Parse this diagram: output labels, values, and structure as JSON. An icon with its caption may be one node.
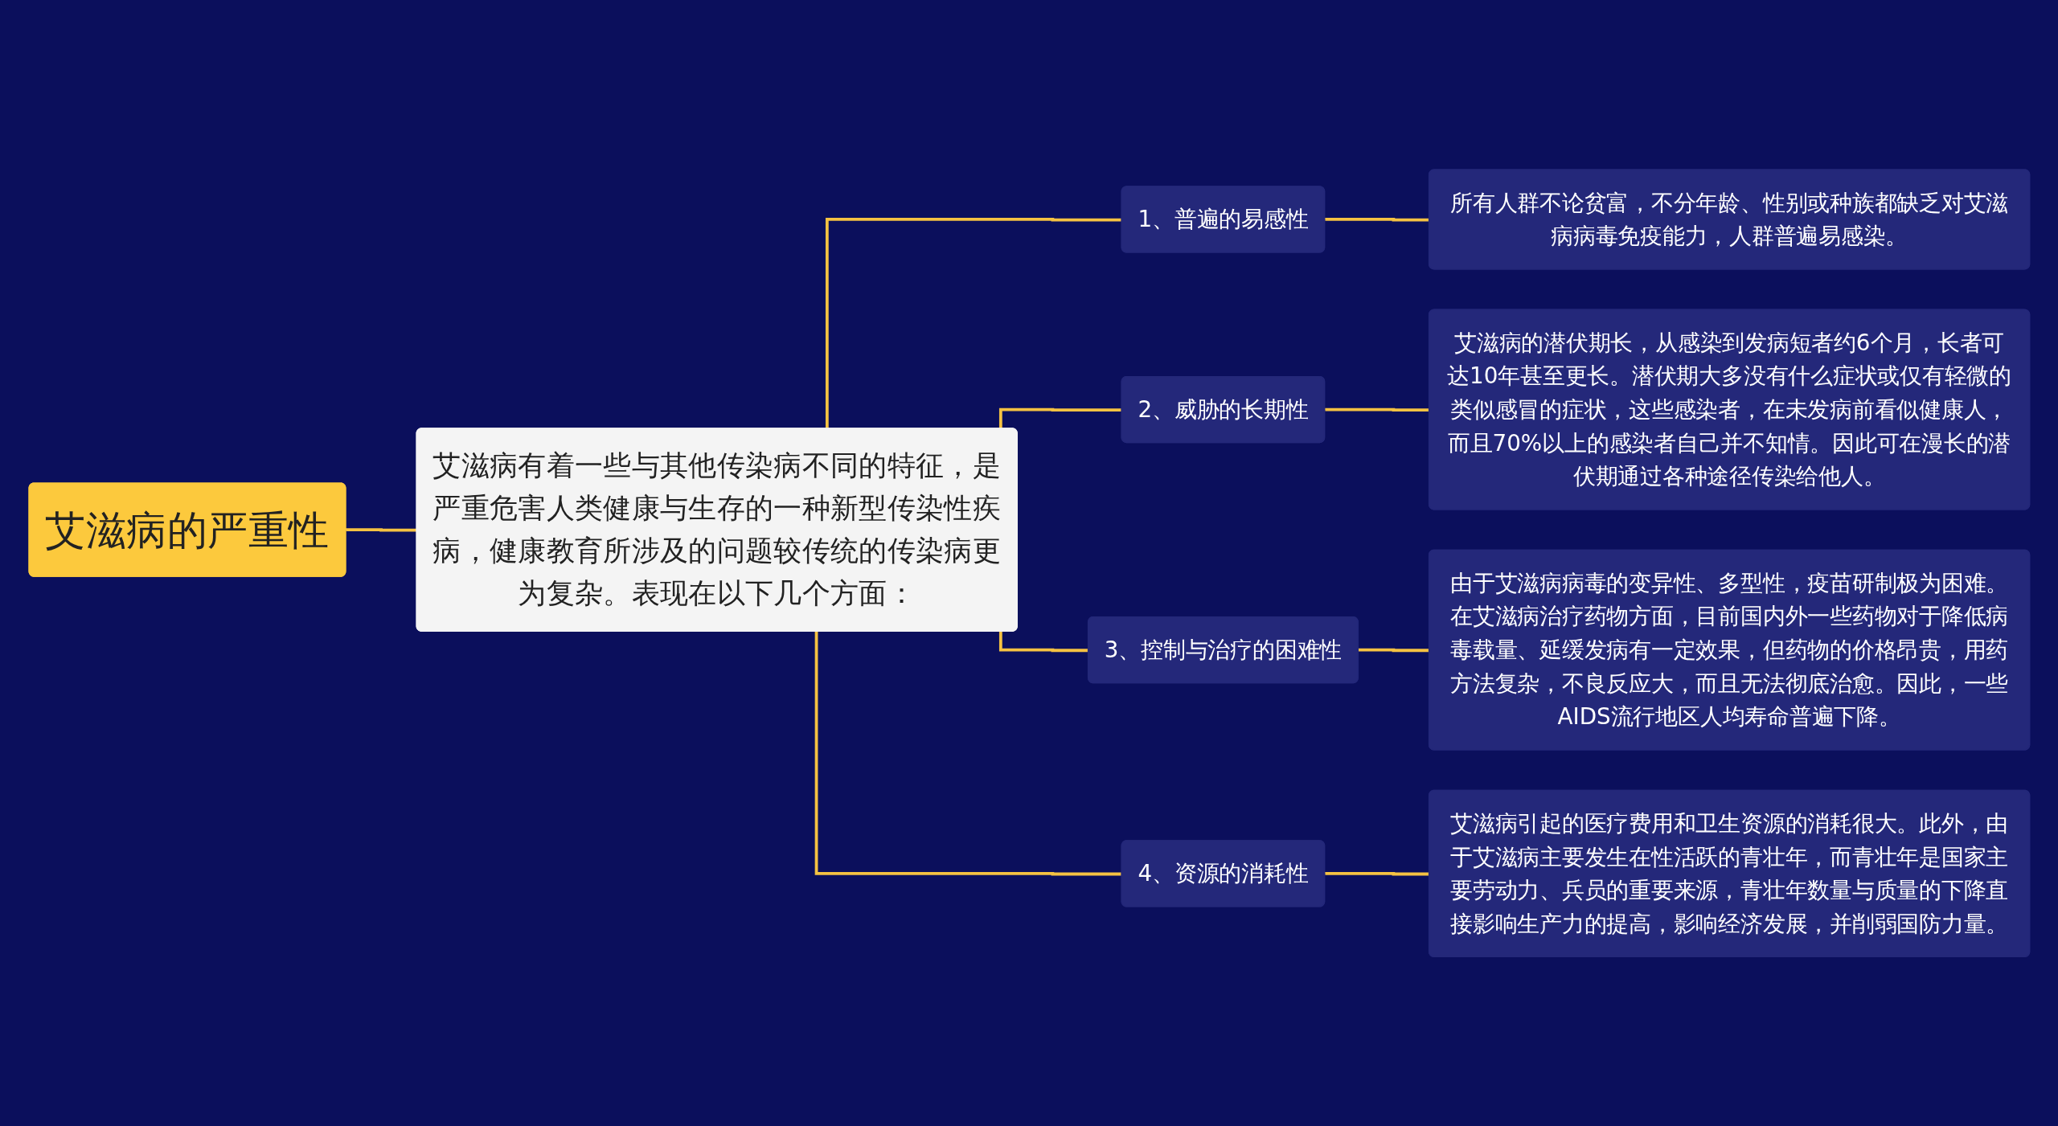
{
  "diagram": {
    "nodes": [
      {
        "text": [
          "艾滋病的严重性"
        ]
      },
      {
        "text": [
          "艾滋病有着一些与其他传染病不同的特征，是严重危害人类健康与生存的一种新型传染性疾病，健康教育所涉及的问题较传统的传染病更为复杂。表现在以下几个方面："
        ]
      },
      {
        "text": [
          "1、普遍的易感性"
        ]
      },
      {
        "text": [
          "所有人群不论贫富，不分年龄、性别或种族都缺乏对艾滋病病毒免疫能力，人群普遍易感染。"
        ]
      },
      {
        "text": [
          "2、威胁的长期性"
        ]
      },
      {
        "text": [
          "艾滋病的潜伏期长，从感染到发病短者约6个月，长者可达10年甚至更长。潜伏期大多没有什么症状或仅有轻微的类似感冒的症状，这些感染者，在未发病前看似健康人，而且70%以上的感染者自己并不知情。因此可在漫长的潜伏期通过各种途径传染给他人。"
        ]
      },
      {
        "text": [
          "3、控制与治疗的困难性"
        ]
      },
      {
        "text": [
          "由于艾滋病病毒的变异性、多型性，疫苗研制极为困难。在艾滋病治疗药物方面，目前国内外一些药物对于降低病毒载量、延缓发病有一定效果，但药物的价格昂贵，用药方法复杂，不良反应大，而且无法彻底治愈。因此，一些AIDS流行地区人均寿命普遍下降。"
        ]
      },
      {
        "text": [
          "4、资源的消耗性"
        ]
      },
      {
        "text": [
          "艾滋病引起的医疗费用和卫生资源的消耗很大。此外，由于艾滋病主要发生在性活跃的青壮年，而青壮年是国家主要劳动力、兵员的重要来源，青壮年数量与质量的下降直接影响生产力的提高，影响经济发展，并削弱国防力量。"
        ]
      }
    ],
    "edges": [
      {
        "from": 0,
        "to": 1,
        "arrow": "none"
      },
      {
        "from": 1,
        "to": 2,
        "arrow": "none"
      },
      {
        "from": 1,
        "to": 4,
        "arrow": "none"
      },
      {
        "from": 1,
        "to": 6,
        "arrow": "none"
      },
      {
        "from": 1,
        "to": 8,
        "arrow": "none"
      },
      {
        "from": 2,
        "to": 3,
        "arrow": "none"
      },
      {
        "from": 4,
        "to": 5,
        "arrow": "none"
      },
      {
        "from": 6,
        "to": 7,
        "arrow": "none"
      },
      {
        "from": 8,
        "to": 9,
        "arrow": "none"
      }
    ]
  }
}
